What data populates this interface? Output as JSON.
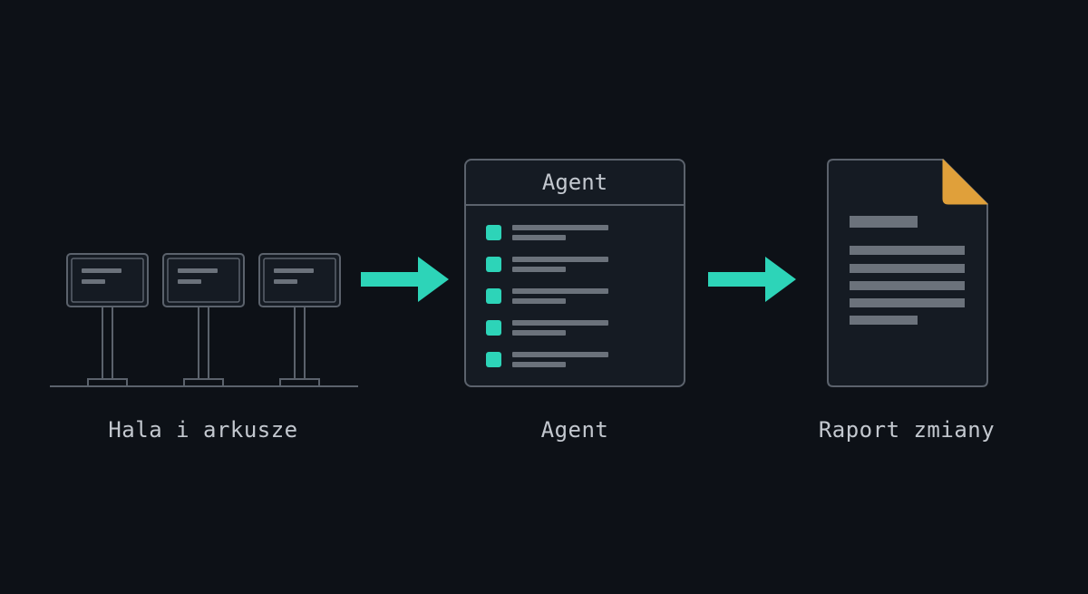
{
  "colors": {
    "background": "#0d1117",
    "panel_fill": "#151b23",
    "outline": "#5b626c",
    "bar": "#6b727b",
    "accent": "#2dd4b8",
    "corner_fold": "#e0a03a",
    "text": "#c3c8cf"
  },
  "stages": {
    "hall": {
      "icon": "kiosk-stations-icon",
      "station_count": 3,
      "caption": "Hala i arkusze"
    },
    "agent": {
      "window_title": "Agent",
      "task_count": 5,
      "caption": "Agent"
    },
    "report": {
      "icon": "document-icon",
      "caption": "Raport zmiany"
    }
  },
  "connectors": [
    {
      "from": "hall",
      "to": "agent",
      "icon": "arrow-right-icon"
    },
    {
      "from": "agent",
      "to": "report",
      "icon": "arrow-right-icon"
    }
  ]
}
